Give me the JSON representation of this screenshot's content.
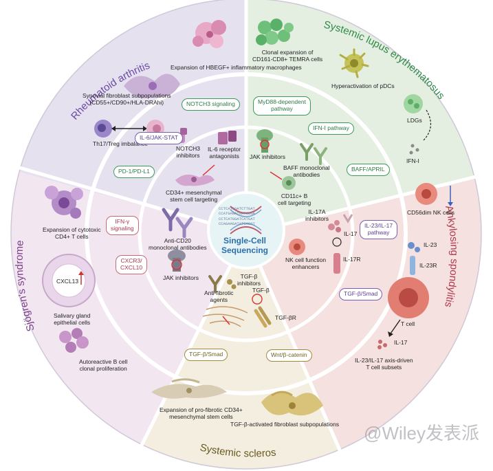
{
  "sections": {
    "ra": {
      "title": "Rheumatoid arthritis",
      "outer": [
        "Expansion of HBEGF+ inflammatory macrophages",
        "Synovial fibroblast subpopulations",
        "(CD55+/CD90+/HLA-DRAhi)",
        "Th17/Treg imbalance"
      ],
      "pathways": [
        "NOTCH3 signaling",
        "IL-6/JAK-STAT",
        "PD-1/PD-L1"
      ],
      "inner": [
        "IL-6 receptor",
        "antagonists",
        "NOTCH3",
        "inhibitors",
        "CD34+ mesenchymal",
        "stem cell targeting"
      ]
    },
    "sle": {
      "title": "Systemic lupus erythematosus",
      "outer": [
        "Clonal expansion of",
        "CD161-CD8+ TEMRA cells",
        "Hyperactivation of pDCs",
        "LDGs",
        "IFN-I"
      ],
      "pathways": [
        "MyD88-dependent",
        "pathway",
        "IFN-I pathway",
        "BAFF/APRIL"
      ],
      "inner": [
        "JAK inhibitors",
        "BAFF monoclonal",
        "antibodies",
        "CD11c+ B",
        "cell targeting"
      ]
    },
    "as": {
      "title": "Ankylosing spondylitis",
      "outer": [
        "CD56dim NK cells",
        "IL-23",
        "IL-23R",
        "T cell",
        "IL-17",
        "IL-23/IL-17 axis-driven",
        "T cell subsets"
      ],
      "pathways": [
        "IL-23/IL-17",
        "pathway",
        "TGF-β/Smad"
      ],
      "inner": [
        "IL-17A",
        "inhibitors",
        "IL-17",
        "IL-17R",
        "NK cell function",
        "enhancers"
      ]
    },
    "ss": {
      "title": "Sjögren's syndrome",
      "outer": [
        "Expansion of cytotoxic",
        "CD4+ T cells",
        "CXCL13",
        "Salivary gland",
        "epithelial cells",
        "Autoreactive B cell",
        "clonal proliferation"
      ],
      "pathways": [
        "IFN-γ",
        "signaling",
        "CXCR3/",
        "CXCL10"
      ],
      "inner": [
        "Anti-CD20",
        "monoclonal antibodies",
        "JAK inhibitors"
      ]
    },
    "ssc": {
      "title": "Systemic scleros",
      "outer": [
        "Expansion of pro-fibrotic CD34+",
        "mesenchymal stem cells",
        "TGF-β-activated fibroblast subpopulations"
      ],
      "pathways": [
        "TGF-β/Smad",
        "Wnt/β-catenin"
      ],
      "inner": [
        "TGF-β",
        "inhibitors",
        "TGF-β",
        "Anti-fibrotic",
        "agents",
        "TGF-βR"
      ]
    }
  },
  "center": {
    "title": [
      "Single-Cell",
      "Sequencing"
    ],
    "dna_text": [
      "CCTCATGGATCTTGAT",
      "CCATGAGATGATGGGA",
      "CCTCATGGATCATGAT",
      "CCAGAAGATATCAGGT"
    ]
  },
  "watermark": "@Wiley发表派",
  "colors": {
    "ra_bg": "#e6e1ef",
    "sle_bg": "#e4eee1",
    "as_bg": "#f5e1df",
    "ss_bg": "#f2e6f1",
    "ssc_bg": "#f4eee1",
    "center": "#e6f4f6",
    "ra_title": "#6a4aa5",
    "sle_title": "#2f8a47",
    "as_title": "#b0384a",
    "ss_title": "#7a3f8a",
    "ssc_title": "#6a5a20"
  },
  "icons": [
    "macrophage-cell-icon",
    "fibroblast-icon",
    "t-cell-icon",
    "dna-helix-icon",
    "antibody-icon",
    "receptor-icon",
    "neutrophil-icon",
    "pdc-icon",
    "nk-cell-icon",
    "epithelial-cell-icon",
    "b-cell-icon",
    "mesenchymal-cell-icon"
  ]
}
